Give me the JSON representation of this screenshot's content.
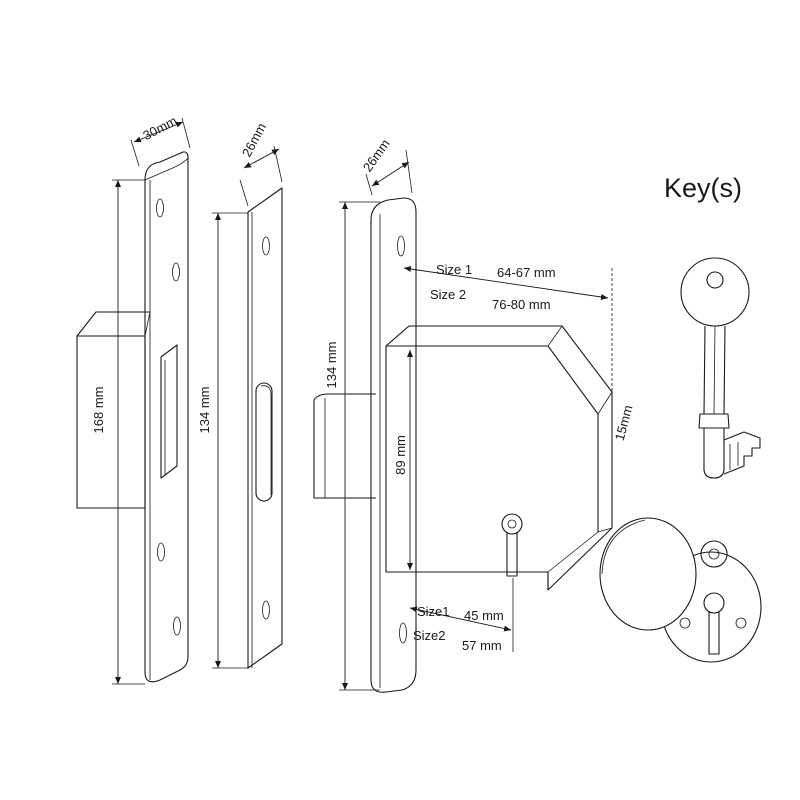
{
  "keys_title": "Key(s)",
  "strike_plate": {
    "width_label": "30mm",
    "height_label": "168 mm"
  },
  "flat_plate": {
    "width_label": "26mm",
    "height_label": "134 mm"
  },
  "lock": {
    "forend_width_label": "26mm",
    "forend_height_label": "134 mm",
    "case_height_label": "89 mm",
    "case_depth_label": "15mm",
    "overall_length": {
      "size1_name": "Size 1",
      "size1_value": "64-67 mm",
      "size2_name": "Size 2",
      "size2_value": "76-80 mm"
    },
    "backset": {
      "size1_name": "Size1",
      "size1_value": "45 mm",
      "size2_name": "Size2",
      "size2_value": "57 mm"
    }
  }
}
